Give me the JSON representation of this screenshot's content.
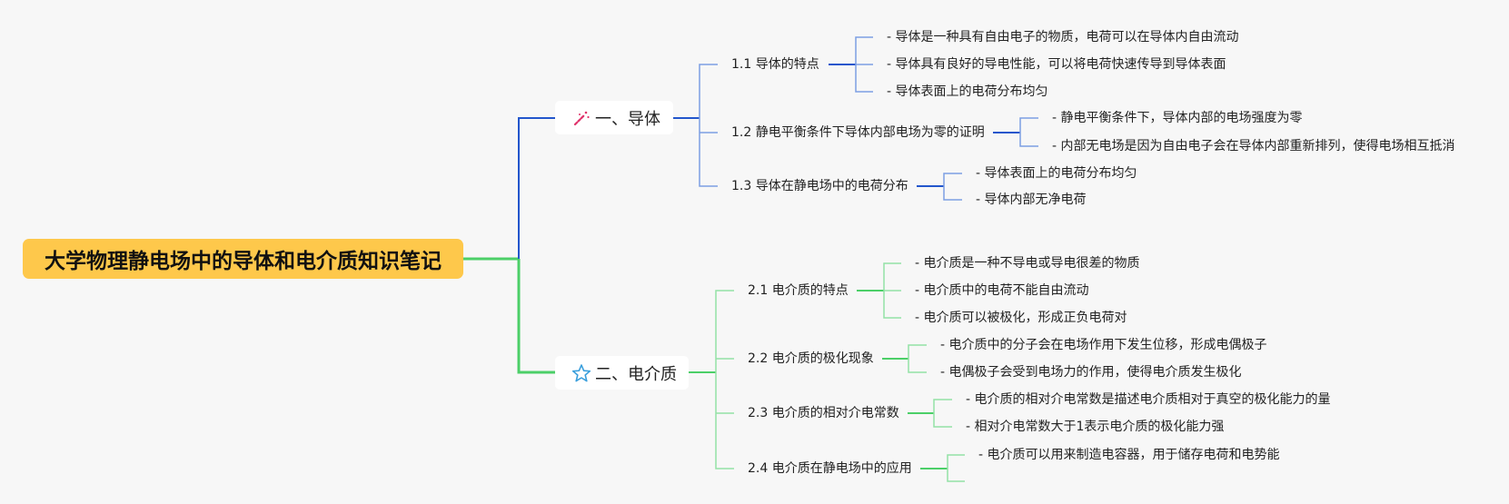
{
  "root": {
    "title": "大学物理静电场中的导体和电介质知识笔记"
  },
  "colors": {
    "background": "#f7f7f7",
    "root_fill": "#fec84b",
    "conductor_main": "#2356cc",
    "conductor_light": "#7d9fe3",
    "dielectric_main": "#4ccf68",
    "dielectric_light": "#94e2a6",
    "wand_icon": "#e0336b",
    "star_icon": "#3a9fdc"
  },
  "branches": [
    {
      "label": "一、导体",
      "icon": "magic-wand-icon",
      "children": [
        {
          "label": "1.1 导体的特点",
          "leaves": [
            "- 导体是一种具有自由电子的物质，电荷可以在导体内自由流动",
            "- 导体具有良好的导电性能，可以将电荷快速传导到导体表面",
            "- 导体表面上的电荷分布均匀"
          ]
        },
        {
          "label": "1.2 静电平衡条件下导体内部电场为零的证明",
          "leaves": [
            "- 静电平衡条件下，导体内部的电场强度为零",
            "- 内部无电场是因为自由电子会在导体内部重新排列，使得电场相互抵消"
          ]
        },
        {
          "label": "1.3 导体在静电场中的电荷分布",
          "leaves": [
            "- 导体表面上的电荷分布均匀",
            "- 导体内部无净电荷"
          ]
        }
      ]
    },
    {
      "label": "二、电介质",
      "icon": "star-icon",
      "children": [
        {
          "label": "2.1 电介质的特点",
          "leaves": [
            "- 电介质是一种不导电或导电很差的物质",
            "- 电介质中的电荷不能自由流动",
            "- 电介质可以被极化，形成正负电荷对"
          ]
        },
        {
          "label": "2.2 电介质的极化现象",
          "leaves": [
            "- 电介质中的分子会在电场作用下发生位移，形成电偶极子",
            "- 电偶极子会受到电场力的作用，使得电介质发生极化"
          ]
        },
        {
          "label": "2.3 电介质的相对介电常数",
          "leaves": [
            "- 电介质的相对介电常数是描述电介质相对于真空的极化能力的量",
            "- 相对介电常数大于1表示电介质的极化能力强"
          ]
        },
        {
          "label": "2.4 电介质在静电场中的应用",
          "leaves": [
            "- 电介质可以用来制造电容器，用于储存电荷和电势能",
            ""
          ]
        }
      ]
    }
  ]
}
